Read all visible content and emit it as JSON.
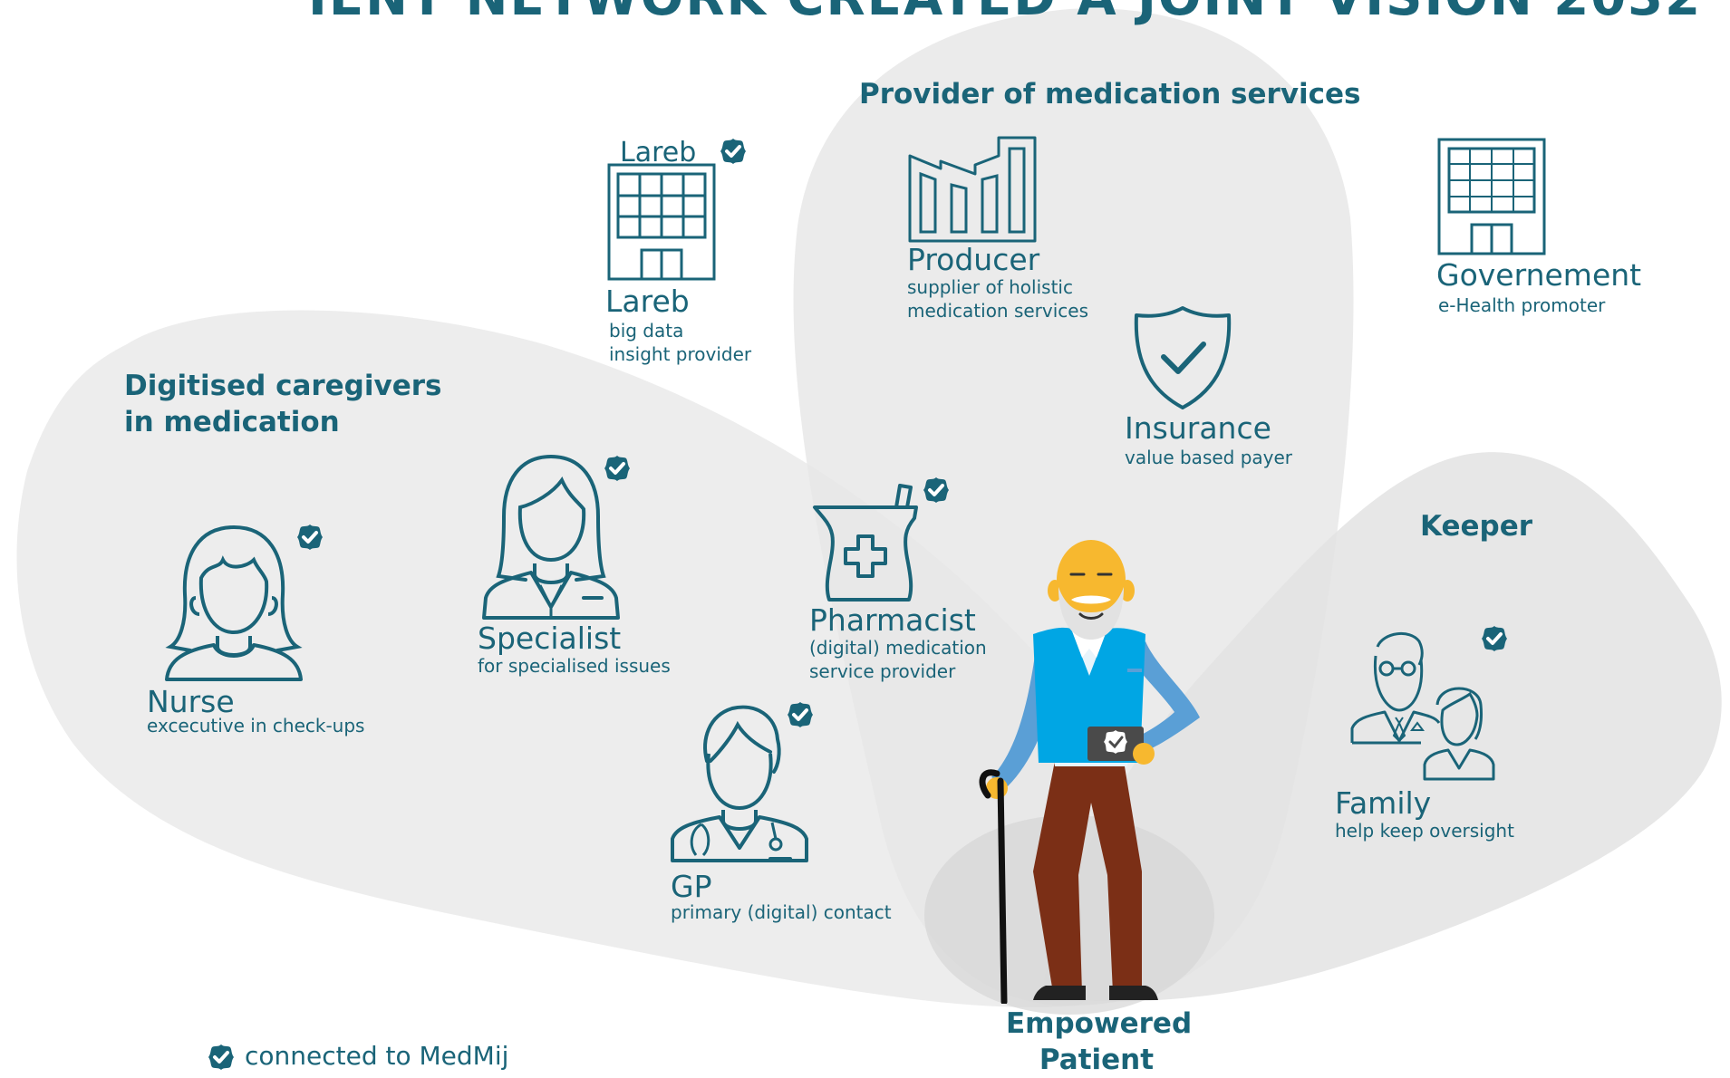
{
  "banner_fragment": "IENT NETWORK CREATED A JOINT VISION 2032",
  "groups": {
    "caregivers_line1": "Digitised caregivers",
    "caregivers_line2": "in medication",
    "providers": "Provider of medication services",
    "keeper": "Keeper"
  },
  "actors": {
    "lareb_sign": "Lareb",
    "lareb": {
      "name": "Lareb",
      "desc1": "big data",
      "desc2": "insight provider"
    },
    "producer": {
      "name": "Producer",
      "desc1": "supplier of holistic",
      "desc2": "medication services"
    },
    "government": {
      "name": "Governement",
      "desc1": "e-Health promoter"
    },
    "insurance": {
      "name": "Insurance",
      "desc1": "value based payer"
    },
    "nurse": {
      "name": "Nurse",
      "desc1": "excecutive in check-ups"
    },
    "specialist": {
      "name": "Specialist",
      "desc1": "for specialised issues"
    },
    "pharmacist": {
      "name": "Pharmacist",
      "desc1": "(digital) medication",
      "desc2": "service provider"
    },
    "gp": {
      "name": "GP",
      "desc1": "primary (digital) contact"
    },
    "family": {
      "name": "Family",
      "desc1": "help keep oversight"
    },
    "patient": {
      "line1": "Empowered",
      "line2": "Patient"
    }
  },
  "legend": {
    "label": "connected to MedMij",
    "icon": "check-badge-icon"
  },
  "colors": {
    "text": "#1a6478",
    "blob": "#ececec",
    "skin": "#f7b82f",
    "vest": "#00a6e4",
    "sleeve": "#5a9fd6",
    "trousers": "#7b2f16"
  }
}
